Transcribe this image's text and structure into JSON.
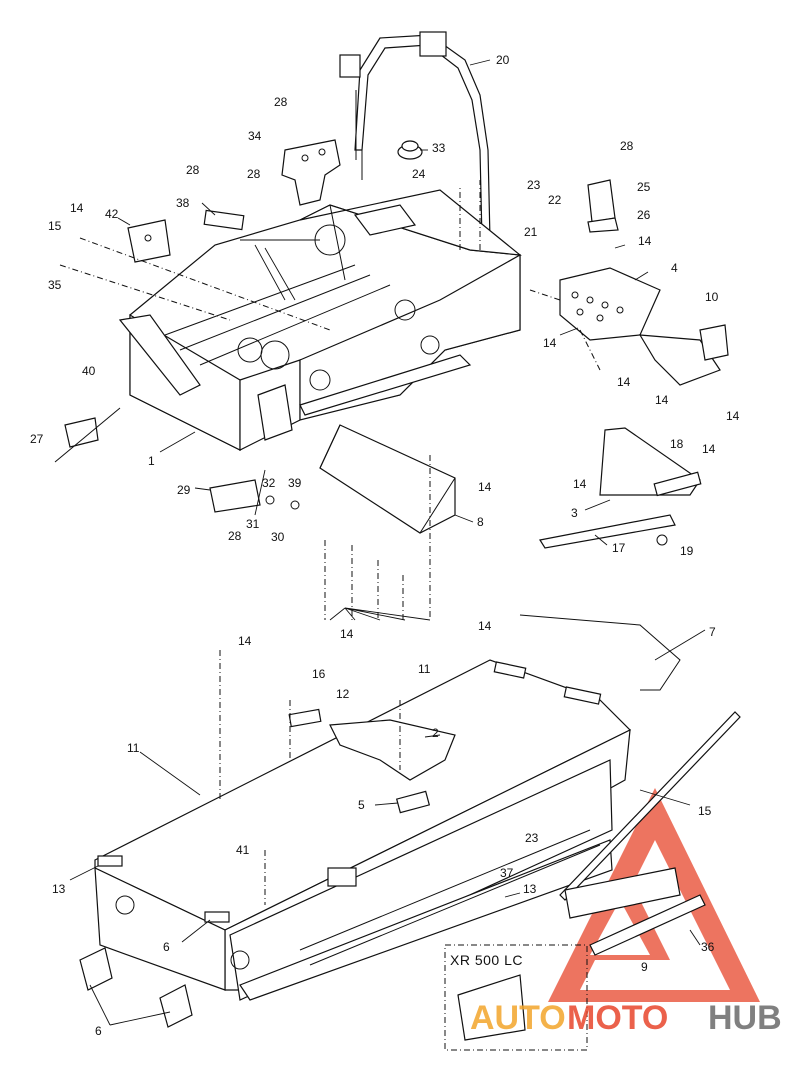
{
  "inset": {
    "title": "XR 500 LC"
  },
  "watermark": {
    "part1": "AUTO",
    "part2": "MOTO",
    "part3": "HUB",
    "colors": {
      "auto": "#f3a52b",
      "moto": "#e8462c",
      "hub": "#6b6b6b",
      "logo": "#e8462c"
    }
  },
  "callouts": [
    "20",
    "28",
    "34",
    "33",
    "24",
    "23",
    "22",
    "21",
    "28",
    "28",
    "38",
    "14",
    "15",
    "42",
    "35",
    "28",
    "25",
    "26",
    "14",
    "4",
    "10",
    "14",
    "14",
    "14",
    "14",
    "40",
    "27",
    "1",
    "29",
    "32",
    "39",
    "31",
    "30",
    "28",
    "14",
    "8",
    "18",
    "14",
    "14",
    "3",
    "17",
    "19",
    "14",
    "14",
    "7",
    "14",
    "16",
    "11",
    "12",
    "2",
    "11",
    "5",
    "15",
    "41",
    "23",
    "37",
    "13",
    "13",
    "6",
    "36",
    "9",
    "6"
  ]
}
